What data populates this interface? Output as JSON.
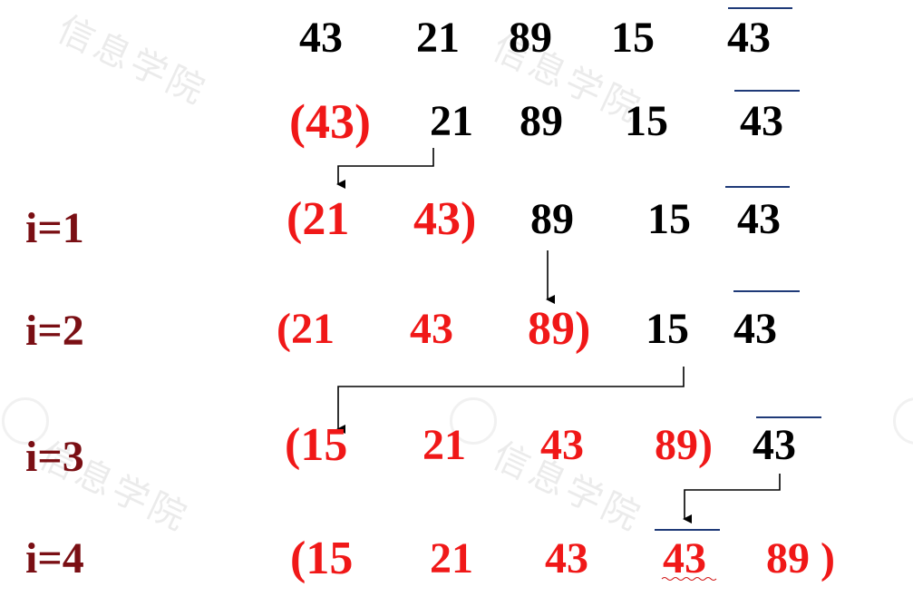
{
  "diagram": {
    "initial_row": [
      "43",
      "21",
      "89",
      "15",
      "43"
    ],
    "row0": {
      "sorted": [
        "(43)"
      ],
      "unsorted": [
        "21",
        "89",
        "15",
        "43"
      ]
    },
    "row1": {
      "label": "i=1",
      "sorted": [
        "(21",
        "43)"
      ],
      "unsorted": [
        "89",
        "15",
        "43"
      ]
    },
    "row2": {
      "label": "i=2",
      "sorted": [
        "(21",
        "43",
        "89)"
      ],
      "unsorted": [
        "15",
        "43"
      ]
    },
    "row3": {
      "label": "i=3",
      "sorted": [
        "(15",
        "21",
        "43",
        "89)"
      ],
      "unsorted": [
        "43"
      ]
    },
    "row4": {
      "label": "i=4",
      "sorted": [
        "(15",
        "21",
        "43",
        "43",
        "89 )"
      ]
    }
  },
  "colors": {
    "sorted": "#f01818",
    "unsorted": "#000000",
    "label": "#7a0f14",
    "overline": "#1f3a78"
  }
}
